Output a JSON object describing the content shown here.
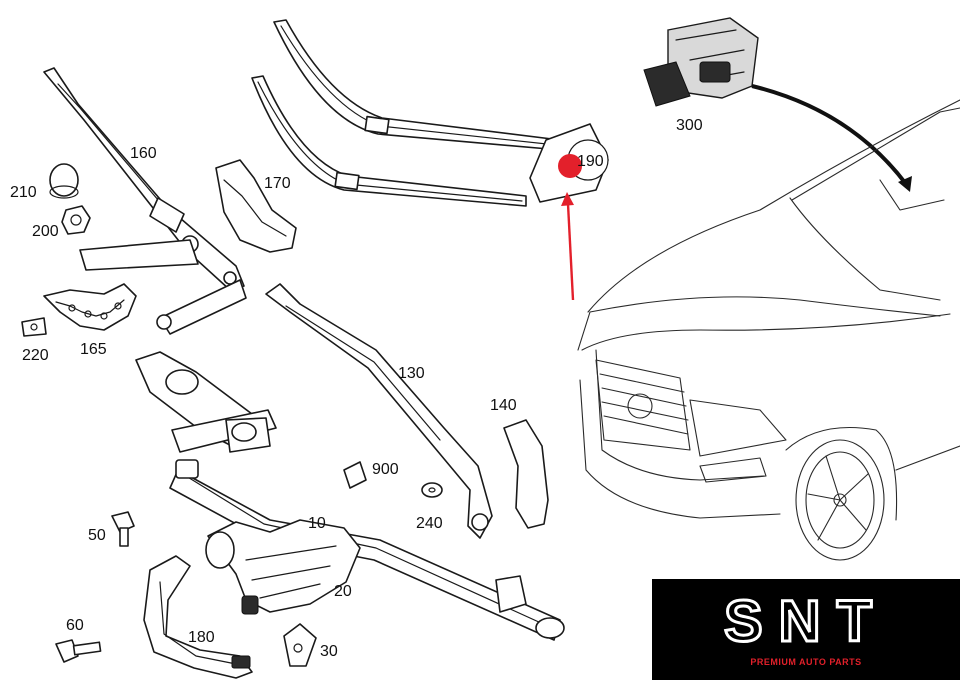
{
  "part_labels": {
    "p10": "10",
    "p20": "20",
    "p30": "30",
    "p50": "50",
    "p60": "60",
    "p130": "130",
    "p140": "140",
    "p160": "160",
    "p165": "165",
    "p170": "170",
    "p180": "180",
    "p190": "190",
    "p200": "200",
    "p210": "210",
    "p220": "220",
    "p240": "240",
    "p300": "300",
    "p900": "900"
  },
  "logo": {
    "brand": "SNT",
    "tagline": "PREMIUM AUTO PARTS"
  },
  "colors": {
    "highlight": "#e3202b",
    "logo_background": "#000000",
    "logo_text": "#ffffff",
    "logo_tagline": "#e0202a"
  }
}
